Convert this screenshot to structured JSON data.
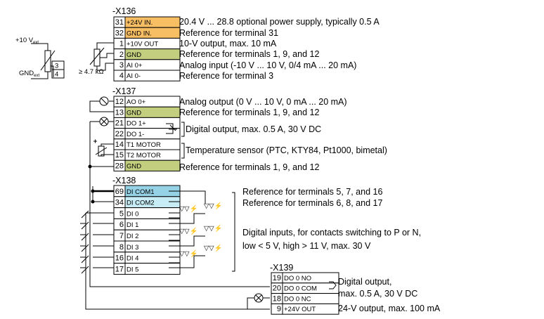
{
  "colors": {
    "orange": "#f8be64",
    "green": "#c3cf7e",
    "blue": "#96d2e6",
    "light_blue": "#c8ecf5",
    "line": "#000000"
  },
  "blocks": [
    {
      "id": "x136",
      "header": "-X136",
      "rows": [
        {
          "num": "31",
          "label": "+24V IN.",
          "fill": "orange"
        },
        {
          "num": "32",
          "label": "GND IN.",
          "fill": "orange"
        },
        {
          "num": "1",
          "label": "+10V OUT",
          "fill": ""
        },
        {
          "num": "2",
          "label": "GND",
          "fill": "green"
        },
        {
          "num": "3",
          "label": "AI 0+",
          "fill": ""
        },
        {
          "num": "4",
          "label": "AI 0-",
          "fill": ""
        }
      ]
    },
    {
      "id": "x137",
      "header": "-X137",
      "rows": [
        {
          "num": "12",
          "label": "AO 0+",
          "fill": ""
        },
        {
          "num": "13",
          "label": "GND",
          "fill": "green"
        },
        {
          "num": "21",
          "label": "DO 1+",
          "fill": ""
        },
        {
          "num": "22",
          "label": "DO 1-",
          "fill": ""
        },
        {
          "num": "14",
          "label": "T1 MOTOR",
          "fill": ""
        },
        {
          "num": "15",
          "label": "T2 MOTOR",
          "fill": ""
        },
        {
          "num": "28",
          "label": "GND",
          "fill": "green"
        }
      ]
    },
    {
      "id": "x138",
      "header": "-X138",
      "rows": [
        {
          "num": "69",
          "label": "DI COM1",
          "fill": "blue"
        },
        {
          "num": "34",
          "label": "DI COM2",
          "fill": "light_blue"
        },
        {
          "num": "5",
          "label": "DI 0",
          "fill": ""
        },
        {
          "num": "6",
          "label": "DI 1",
          "fill": ""
        },
        {
          "num": "7",
          "label": "DI 2",
          "fill": ""
        },
        {
          "num": "8",
          "label": "DI 3",
          "fill": ""
        },
        {
          "num": "16",
          "label": "DI 4",
          "fill": ""
        },
        {
          "num": "17",
          "label": "DI 5",
          "fill": ""
        }
      ]
    },
    {
      "id": "x139",
      "header": "-X139",
      "rows": [
        {
          "num": "19",
          "label": "DO 0 NO",
          "fill": ""
        },
        {
          "num": "20",
          "label": "DO 0 COM",
          "fill": ""
        },
        {
          "num": "18",
          "label": "DO 0 NC",
          "fill": ""
        },
        {
          "num": "9",
          "label": "+24V OUT",
          "fill": ""
        }
      ]
    }
  ],
  "descriptions": [
    "20.4 V ... 28.8 optional power supply, typically 0.5 A",
    "Reference for terminal 31",
    "10-V output, max. 10 mA",
    "Reference for terminals 1, 9, and 12",
    "Analog input (-10 V ... 10 V, 0/4 mA ... 20 mA)",
    "Reference for terminal 3",
    "Analog output (0 V ... 10 V, 0 mA ... 20 mA)",
    "Reference for terminals 1, 9, and 12",
    "Digital output, max. 0.5 A, 30 V DC",
    "Temperature sensor (PTC, KTY84, Pt1000, bimetal)",
    "Reference for terminals 1, 9, and 12",
    "Reference for terminals 5, 7, and 16",
    "Reference for terminals 6, 8, and 17",
    "Digital inputs, for contacts switching to P or N,",
    "low < 5 V, high > 11 V, max. 30 V",
    "Digital output,",
    "max. 0.5 A, 30 V DC",
    "24-V output, max. 100 mA"
  ],
  "external": {
    "supply_label": "+10 V",
    "supply_sub": "ext",
    "gnd_label": "GND",
    "gnd_sub": "ext",
    "ext_terminal_3": "3",
    "ext_terminal_4": "4",
    "pot_note": "≥ 4.7 kΩ"
  }
}
